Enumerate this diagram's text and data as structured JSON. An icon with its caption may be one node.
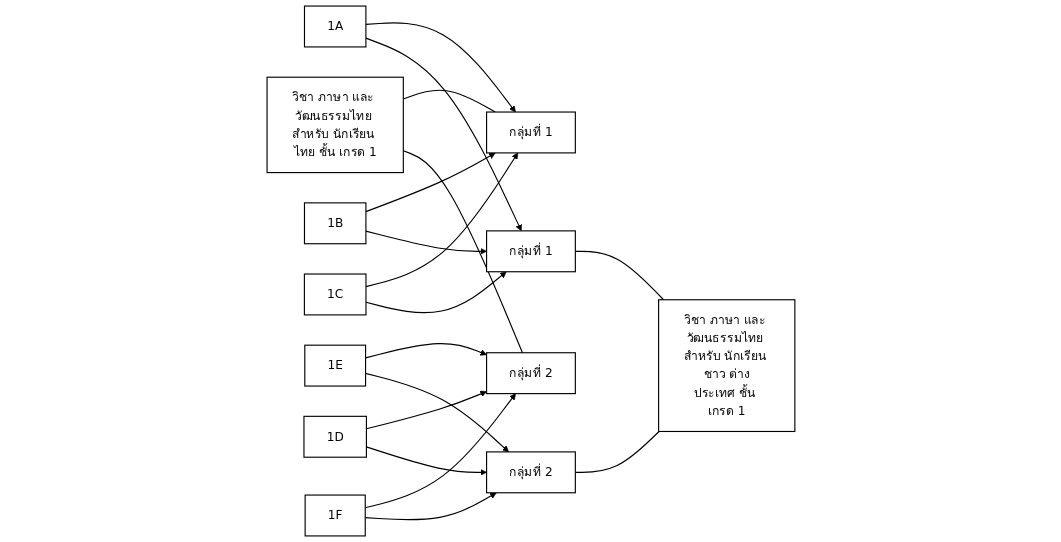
{
  "diagram": {
    "nodes": [
      {
        "text": [
          "วิชา ภาษา และ วัฒนธรรมไทย สำหรับ นักเรียน ไทย ชั้น เกรด 1"
        ]
      },
      {
        "text": [
          "1A"
        ]
      },
      {
        "text": [
          "วิชา ภาษา และ วัฒนธรรมไทย สำหรับ นักเรียน ชาว ต่างประเทศ ชั้น เกรด 1"
        ]
      },
      {
        "text": [
          "กลุ่มที่ 1"
        ]
      },
      {
        "text": [
          "1B"
        ]
      },
      {
        "text": [
          "กลุ่มที่ 1"
        ]
      },
      {
        "text": [
          "1C"
        ]
      },
      {
        "text": [
          "1E"
        ]
      },
      {
        "text": [
          "กลุ่มที่ 2"
        ]
      },
      {
        "text": [
          "1D"
        ]
      },
      {
        "text": [
          "กลุ่มที่ 2"
        ]
      },
      {
        "text": [
          "1F"
        ]
      }
    ],
    "edges": [
      {
        "from": 0,
        "to": 3,
        "arrow": "none"
      },
      {
        "from": 5,
        "to": 2,
        "arrow": "none"
      },
      {
        "from": 1,
        "to": 3,
        "arrow": "to"
      },
      {
        "from": 1,
        "to": 5,
        "arrow": "to"
      },
      {
        "from": 4,
        "to": 3,
        "arrow": "to"
      },
      {
        "from": 4,
        "to": 5,
        "arrow": "to"
      },
      {
        "from": 6,
        "to": 3,
        "arrow": "to"
      },
      {
        "from": 6,
        "to": 5,
        "arrow": "to"
      },
      {
        "from": 0,
        "to": 8,
        "arrow": "none"
      },
      {
        "from": 10,
        "to": 2,
        "arrow": "none"
      },
      {
        "from": 7,
        "to": 8,
        "arrow": "to"
      },
      {
        "from": 7,
        "to": 10,
        "arrow": "to"
      },
      {
        "from": 9,
        "to": 8,
        "arrow": "to"
      },
      {
        "from": 9,
        "to": 10,
        "arrow": "to"
      },
      {
        "from": 11,
        "to": 8,
        "arrow": "to"
      },
      {
        "from": 11,
        "to": 10,
        "arrow": "to"
      }
    ]
  }
}
